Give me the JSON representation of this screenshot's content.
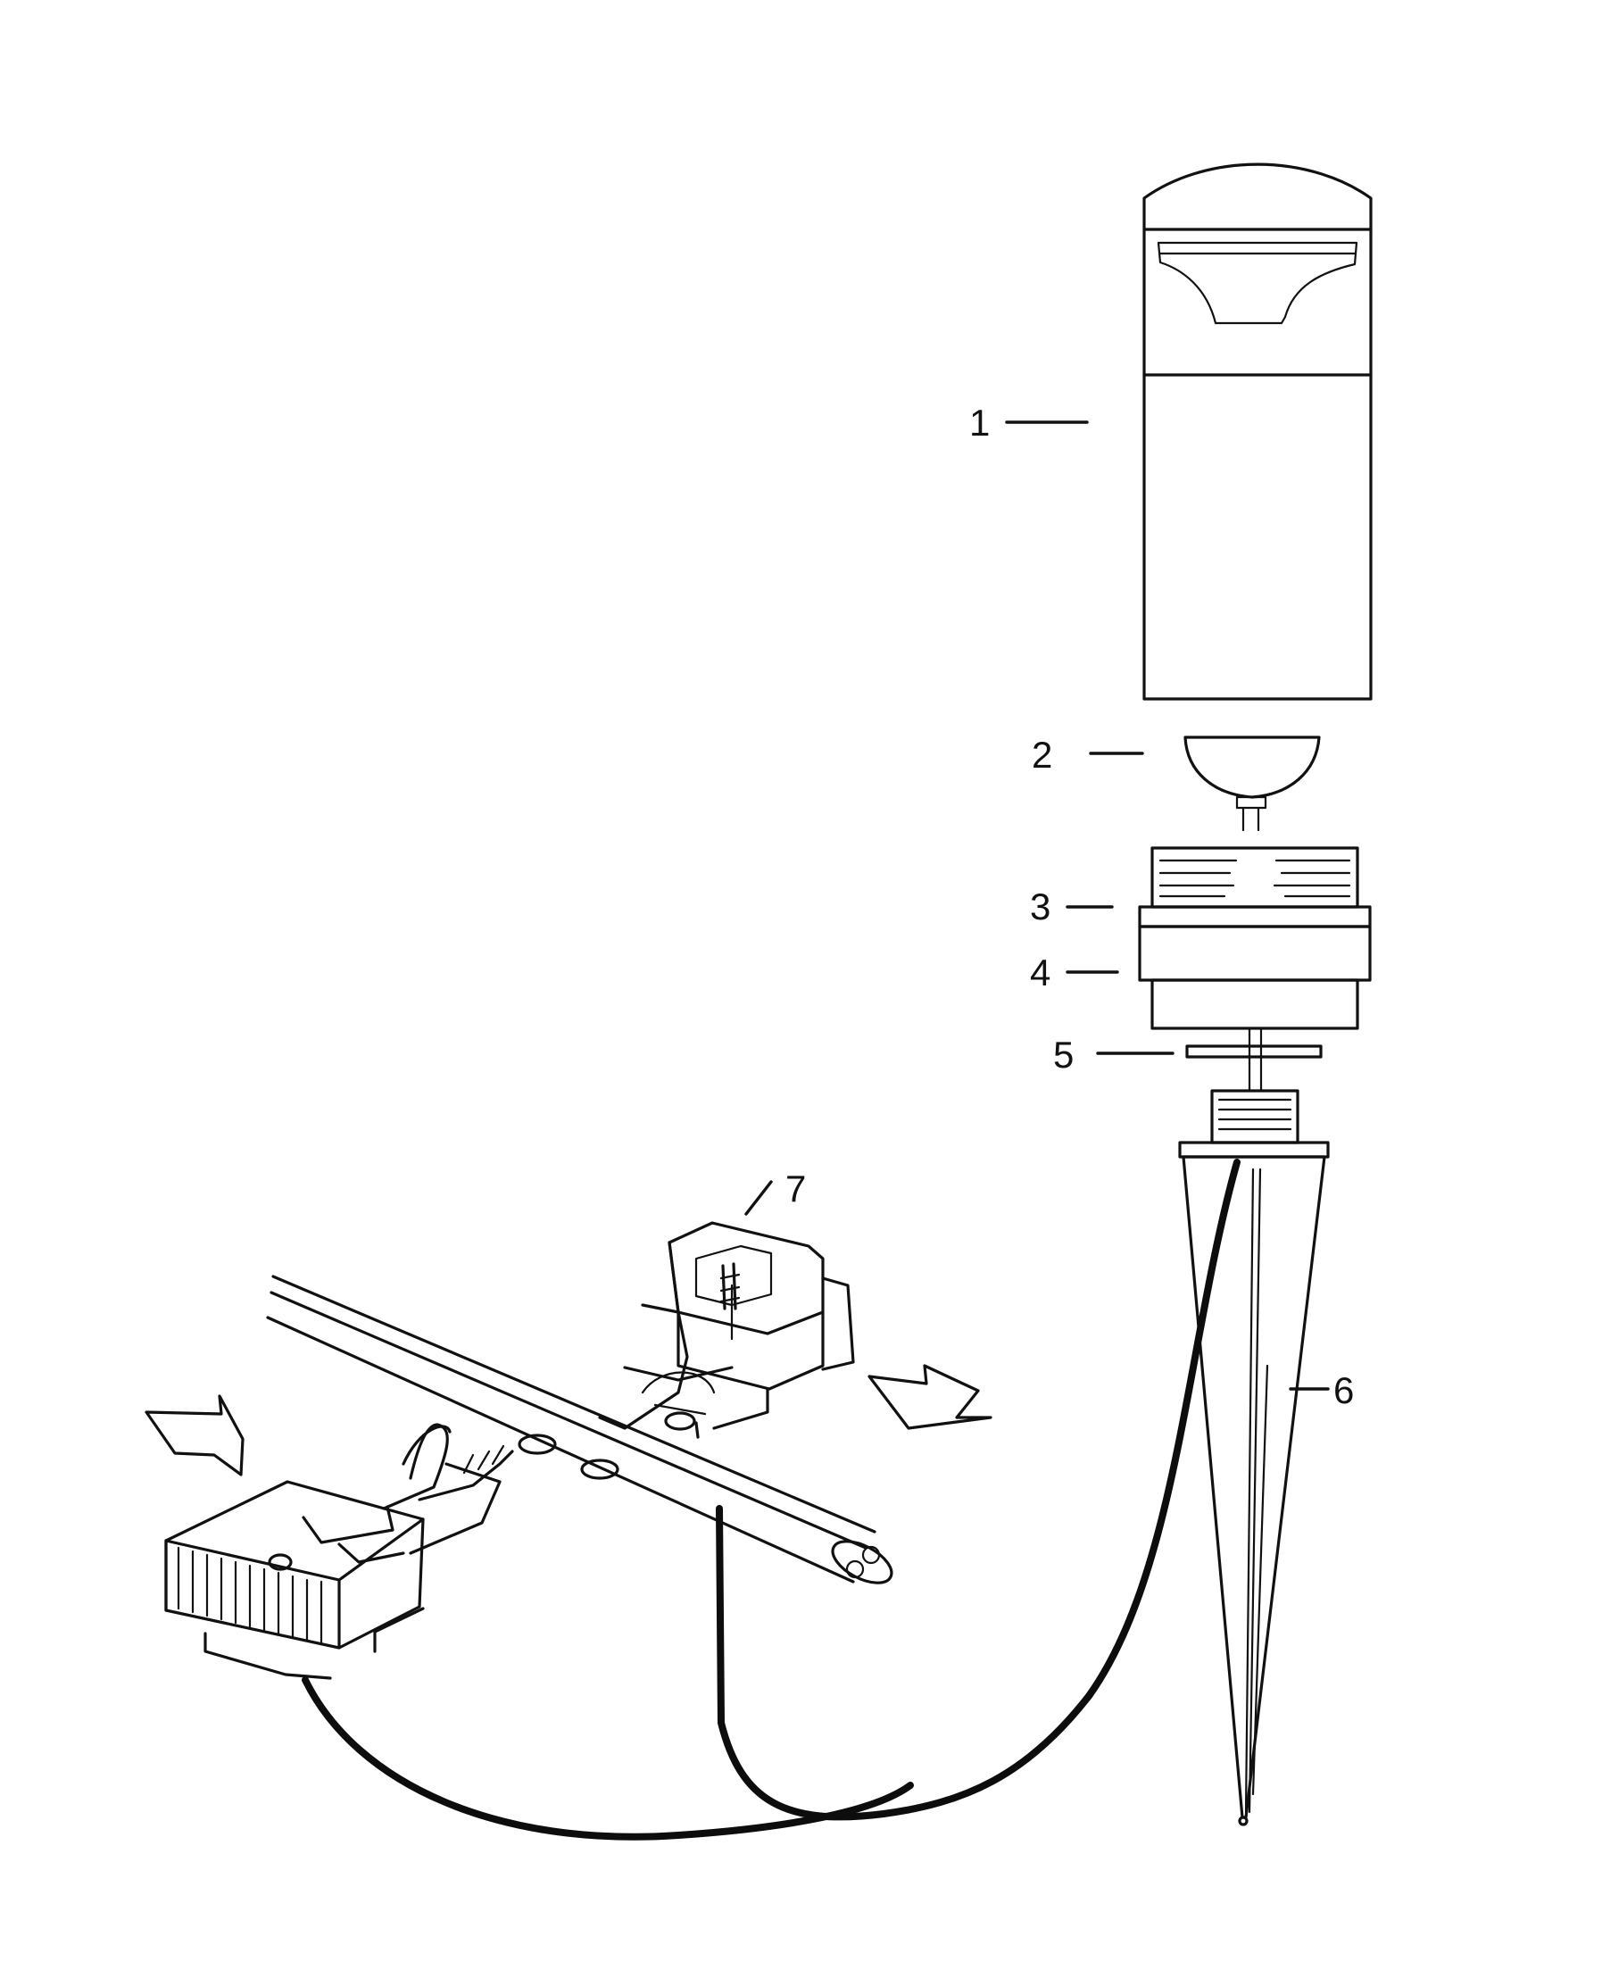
{
  "labels": {
    "part_1": "1",
    "part_2": "2",
    "part_3": "3",
    "part_4": "4",
    "part_5": "5",
    "part_6": "6",
    "part_7": "7"
  },
  "colors": {
    "ink": "#111111",
    "background": "#ffffff"
  }
}
